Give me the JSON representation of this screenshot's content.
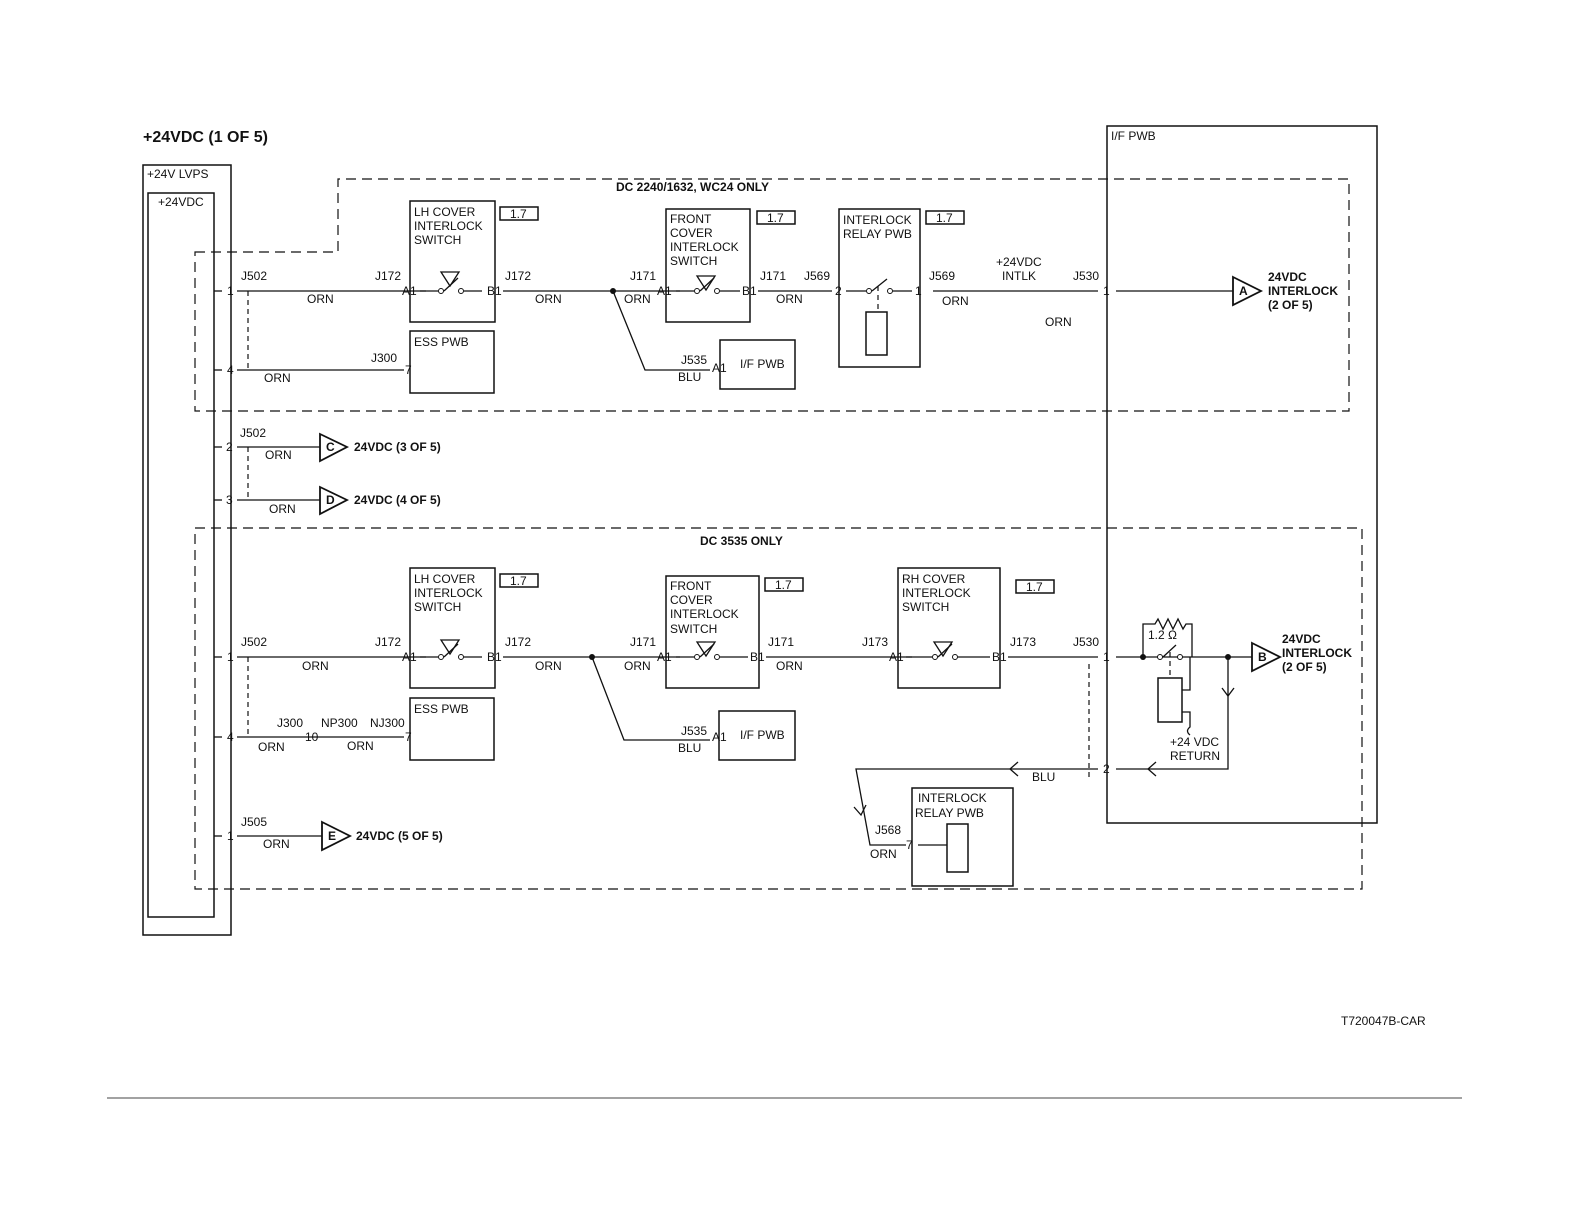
{
  "title": "+24VDC (1 OF 5)",
  "footer_code": "T720047B-CAR",
  "blocks": {
    "lvps": "+24V LVPS",
    "lvps_inner": "+24VDC",
    "if_pwb_right": "I/F PWB"
  },
  "regions": {
    "top": "DC 2240/1632, WC24 ONLY",
    "bottom": "DC 3535 ONLY"
  },
  "top": {
    "lh_cover": [
      "LH COVER",
      "INTERLOCK",
      "SWITCH"
    ],
    "front_cover": [
      "FRONT",
      "COVER",
      "INTERLOCK",
      "SWITCH"
    ],
    "relay": [
      "INTERLOCK",
      "RELAY PWB"
    ],
    "ess_pwb": "ESS PWB",
    "if_pwb": "I/F PWB",
    "ref": "1.7",
    "intlk_label": [
      "+24VDC",
      "INTLK"
    ],
    "out_letter": "A",
    "out_text": [
      "24VDC",
      "INTERLOCK",
      "(2 OF 5)"
    ]
  },
  "bottom": {
    "lh_cover": [
      "LH COVER",
      "INTERLOCK",
      "SWITCH"
    ],
    "front_cover": [
      "FRONT",
      "COVER",
      "INTERLOCK",
      "SWITCH"
    ],
    "rh_cover": [
      "RH COVER",
      "INTERLOCK",
      "SWITCH"
    ],
    "relay": [
      "INTERLOCK",
      "RELAY PWB"
    ],
    "ess_pwb": "ESS PWB",
    "if_pwb": "I/F PWB",
    "ref": "1.7",
    "resistor_value": "1.2 Ω",
    "return_label": [
      "+24 VDC",
      "RETURN"
    ],
    "out_letter": "B",
    "out_text": [
      "24VDC",
      "INTERLOCK",
      "(2 OF 5)"
    ]
  },
  "mid_outputs": [
    {
      "letter": "C",
      "text": "24VDC (3 OF 5)"
    },
    {
      "letter": "D",
      "text": "24VDC (4 OF 5)"
    },
    {
      "letter": "E",
      "text": "24VDC (5 OF 5)"
    }
  ],
  "connectors": {
    "J502": "J502",
    "J172": "J172",
    "J171": "J171",
    "J569": "J569",
    "J530": "J530",
    "J300": "J300",
    "J535": "J535",
    "J173": "J173",
    "J505": "J505",
    "J568": "J568",
    "NP300": "NP300",
    "NJ300": "NJ300"
  },
  "pins": {
    "p1": "1",
    "p2": "2",
    "p3": "3",
    "p4": "4",
    "p7": "7",
    "p10": "10",
    "A1": "A1",
    "B1": "B1"
  },
  "wires": {
    "orn": "ORN",
    "blu": "BLU"
  }
}
